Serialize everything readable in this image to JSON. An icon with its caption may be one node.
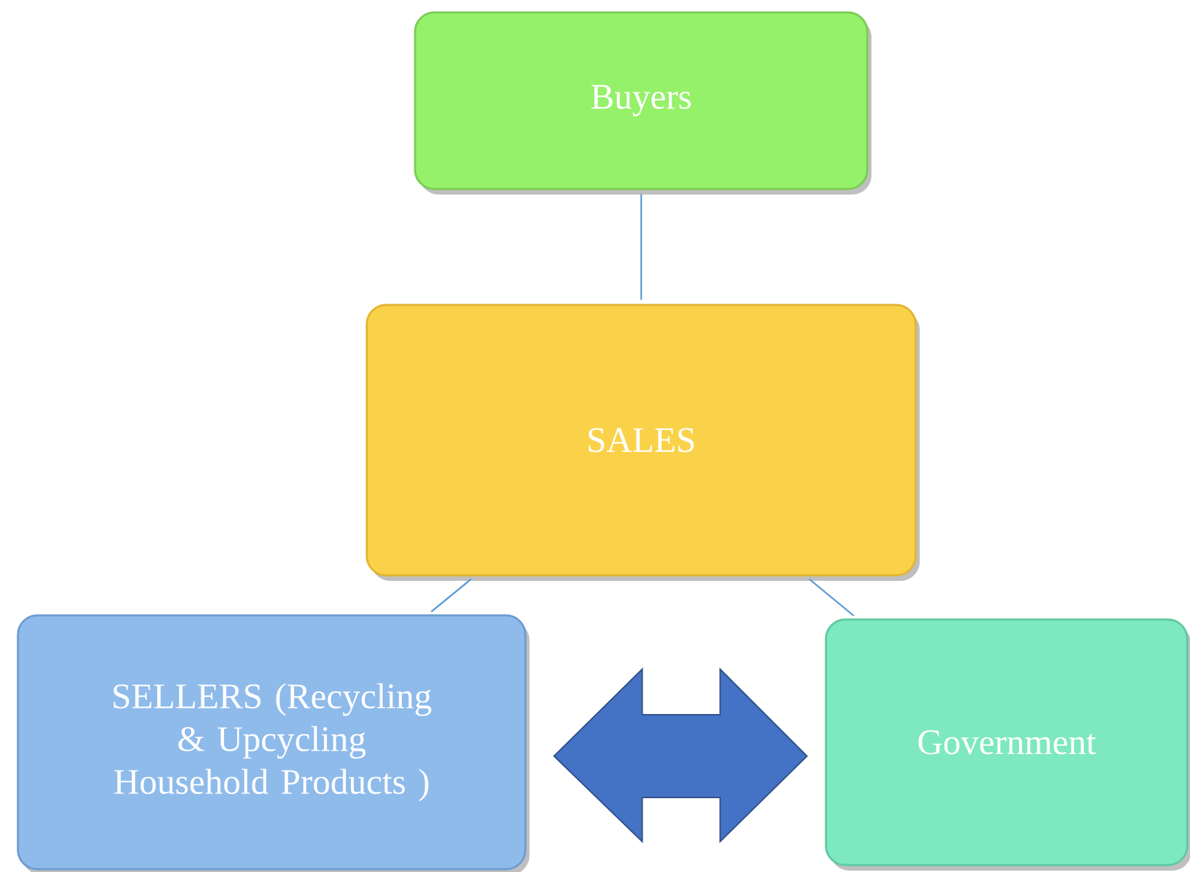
{
  "diagram": {
    "nodes": [
      {
        "text": [
          "Buyers"
        ]
      },
      {
        "text": [
          "SALES"
        ]
      },
      {
        "text": [
          "SELLERS (Recycling & Upcycling Household Products )"
        ]
      },
      {
        "text": [
          "Government"
        ]
      }
    ],
    "edges": [
      {
        "from": 0,
        "to": 1,
        "arrow": "none"
      },
      {
        "from": 1,
        "to": 2,
        "arrow": "none"
      },
      {
        "from": 1,
        "to": 3,
        "arrow": "none"
      },
      {
        "from": 2,
        "to": 3,
        "arrow": "both",
        "style": "thick",
        "color": "#4472c4"
      }
    ]
  }
}
